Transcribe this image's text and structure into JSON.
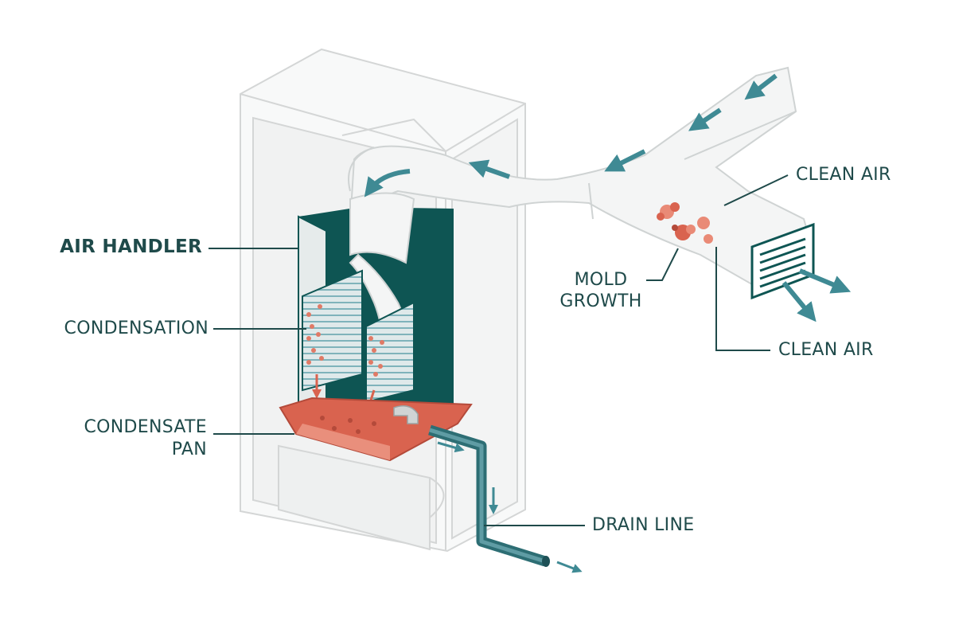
{
  "labels": {
    "air_handler": "AIR HANDLER",
    "condensation": "CONDENSATION",
    "condensate_pan_line1": "CONDENSATE",
    "condensate_pan_line2": "PAN",
    "mold_line1": "MOLD",
    "mold_line2": "GROWTH",
    "clean_air_top": "CLEAN AIR",
    "clean_air_bottom": "CLEAN AIR",
    "drain_line": "DRAIN LINE"
  },
  "colors": {
    "label_text": "#1f4a4a",
    "handler_dark": "#0e5553",
    "arrow_teal": "#3f8a94",
    "pan_red": "#d9634f",
    "mold_salmon": "#e98a76",
    "cabinet_outline": "#d4d6d6",
    "duct_fill": "#f4f5f5"
  }
}
